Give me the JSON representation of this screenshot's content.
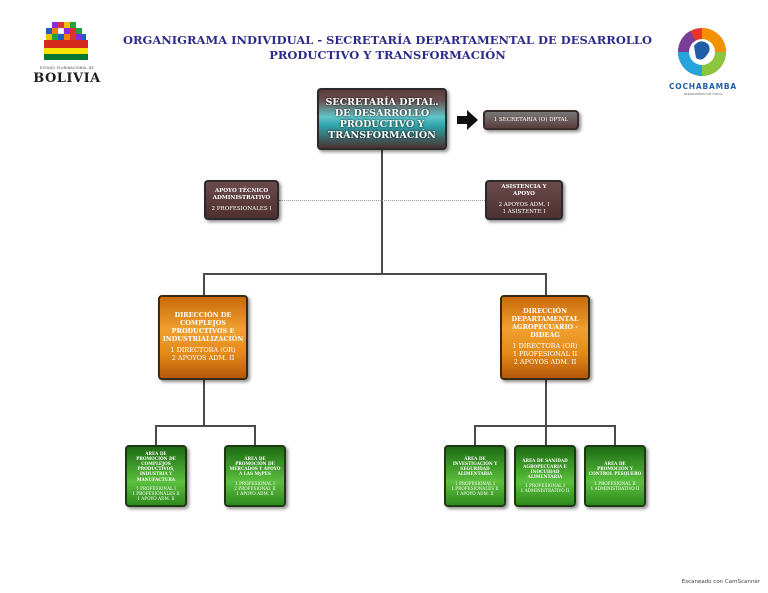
{
  "header": {
    "title": "ORGANIGRAMA INDIVIDUAL - SECRETARÍA DEPARTAMENTAL DE DESARROLLO PRODUCTIVO Y TRANSFORMACIÓN",
    "left_logo": {
      "small_text": "ESTADO PLURINACIONAL DE",
      "name": "BOLIVIA"
    },
    "right_logo": {
      "name": "COCHABAMBA",
      "tagline": "DEPARTAMENTO DE TODOS"
    }
  },
  "org": {
    "secretaria": {
      "name": "SECRETARÍA DPTAL. DE DESARROLLO PRODUCTIVO Y TRANSFORMACIÓN"
    },
    "secretaria_staff": {
      "name": "1 SECRETARIA (O) DPTAL"
    },
    "apoyo_tecnico": {
      "name": "APOYO TÉCNICO ADMINISTRATIVO",
      "staff": "2 PROFESIONALES I"
    },
    "asistencia": {
      "name": "ASISTENCIA Y APOYO",
      "staff_1": "2 APOYOS ADM. I",
      "staff_2": "1 ASISTENTE I"
    },
    "direccion_complejos": {
      "name": "DIRECCIÓN DE COMPLEJOS PRODUCTIVOS E INDUSTRIALIZACIÓN",
      "staff_1": "1 DIRECTORA (OR)",
      "staff_2": "2 APOYOS ADM. II"
    },
    "direccion_agro": {
      "name": "DIRECCIÓN DEPARTAMENTAL AGROPECUARIO - DIDEAG",
      "staff_1": "1 DIRECTORA (OR)",
      "staff_2": "1 PROFESIONAL II",
      "staff_3": "2 APOYOS ADM. II"
    },
    "areas": [
      {
        "name": "ÁREA DE PROMOCIÓN DE COMPLEJOS PRODUCTIVOS, INDUSTRIA Y MANUFACTURA",
        "staff_1": "1 PROFESIONAL I",
        "staff_2": "1 PROFESIONALES II",
        "staff_3": "1 APOYO ADM. II"
      },
      {
        "name": "ÁREA DE PROMOCIÓN DE MERCADOS Y APOYO A LAS MyPES",
        "staff_1": "1 PROFESIONAL I",
        "staff_2": "2 PROFESIONAL II",
        "staff_3": "1 APOYO ADM. II"
      },
      {
        "name": "ÁREA DE INVESTIGACIÓN Y SEGURIDAD ALIMENTARIA",
        "staff_1": "1 PROFESIONAL I",
        "staff_2": "1 PROFESIONALES II",
        "staff_3": "1 APOYO ADM. II"
      },
      {
        "name": "ÁREA DE SANIDAD AGROPECUARIA E INOCUIDAD ALIMENTARIA",
        "staff_1": "1 PROFESIONAL I",
        "staff_2": "1 ADMINISTRATIVO II"
      },
      {
        "name": "ÁREA DE PROMOCIÓN Y CONTROL PESQUERO",
        "staff_1": "1 PROFESIONAL II",
        "staff_2": "1 ADMINISTRATIVO II"
      }
    ]
  },
  "footer": {
    "scanner": "Escaneado con CamScanner"
  },
  "colors": {
    "title": "#2e2a8a",
    "orange": "#e48a18",
    "green": "#3f9d2a",
    "brown": "#4d3030",
    "teal": "#2fa3aa"
  }
}
